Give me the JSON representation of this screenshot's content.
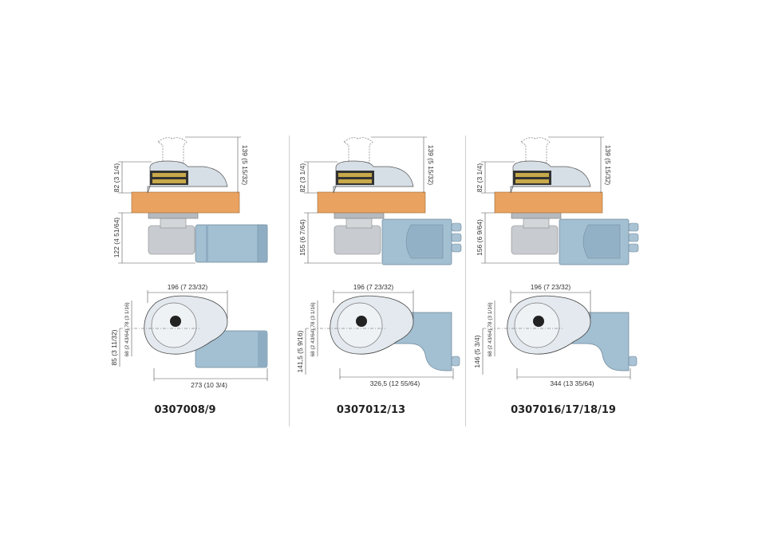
{
  "colors": {
    "wood": "#e9a25f",
    "motor": "#a3bfd2",
    "housing": "#d6dee6",
    "gearbox": "#c8ccd0",
    "chain": "#c8a94a"
  },
  "panels": [
    {
      "model": "0307008/9",
      "motor_type": "cylinder",
      "dims": {
        "height_above": "82 (3 1/4)",
        "bollard_height": "139 (5 15/32)",
        "height_below": "122 (4 51/64)",
        "width": "196 (7 23/32)",
        "upper_offset": "78 (3 1/16)",
        "lower_offset": "68 (2 43/64)",
        "depth": "85 (3 11/32)",
        "length": "273 (10 3/4)"
      }
    },
    {
      "model": "0307012/13",
      "motor_type": "box",
      "dims": {
        "height_above": "82 (3 1/4)",
        "bollard_height": "139 (5 15/32)",
        "height_below": "155 (6 7/64)",
        "width": "196 (7 23/32)",
        "upper_offset": "78 (3 1/16)",
        "lower_offset": "68 (2 43/64)",
        "depth": "141,5 (5 9/16)",
        "length": "326,5 (12 55/64)"
      }
    },
    {
      "model": "0307016/17/18/19",
      "motor_type": "box",
      "dims": {
        "height_above": "82 (3 1/4)",
        "bollard_height": "139 (5 15/32)",
        "height_below": "156 (6 9/64)",
        "width": "196 (7 23/32)",
        "upper_offset": "78 (3 1/16)",
        "lower_offset": "68 (2 43/64)",
        "depth": "146 (5 3/4)",
        "length": "344 (13 35/64)"
      }
    }
  ]
}
